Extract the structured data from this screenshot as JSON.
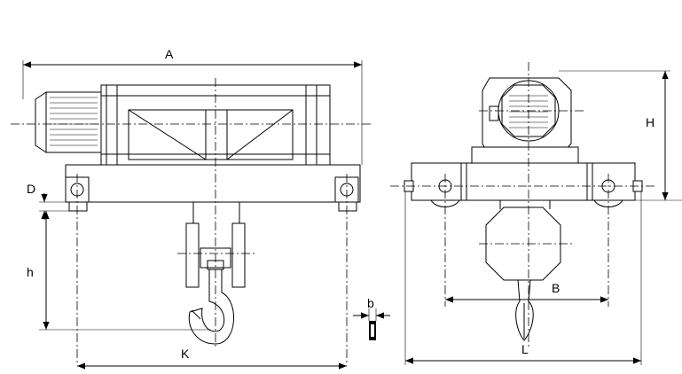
{
  "dimension_labels": {
    "A": "A",
    "D": "D",
    "h": "h",
    "K": "K",
    "b": "b",
    "H": "H",
    "B": "B",
    "L": "L"
  },
  "views": [
    "side-view-hoist",
    "end-view-hoist"
  ]
}
